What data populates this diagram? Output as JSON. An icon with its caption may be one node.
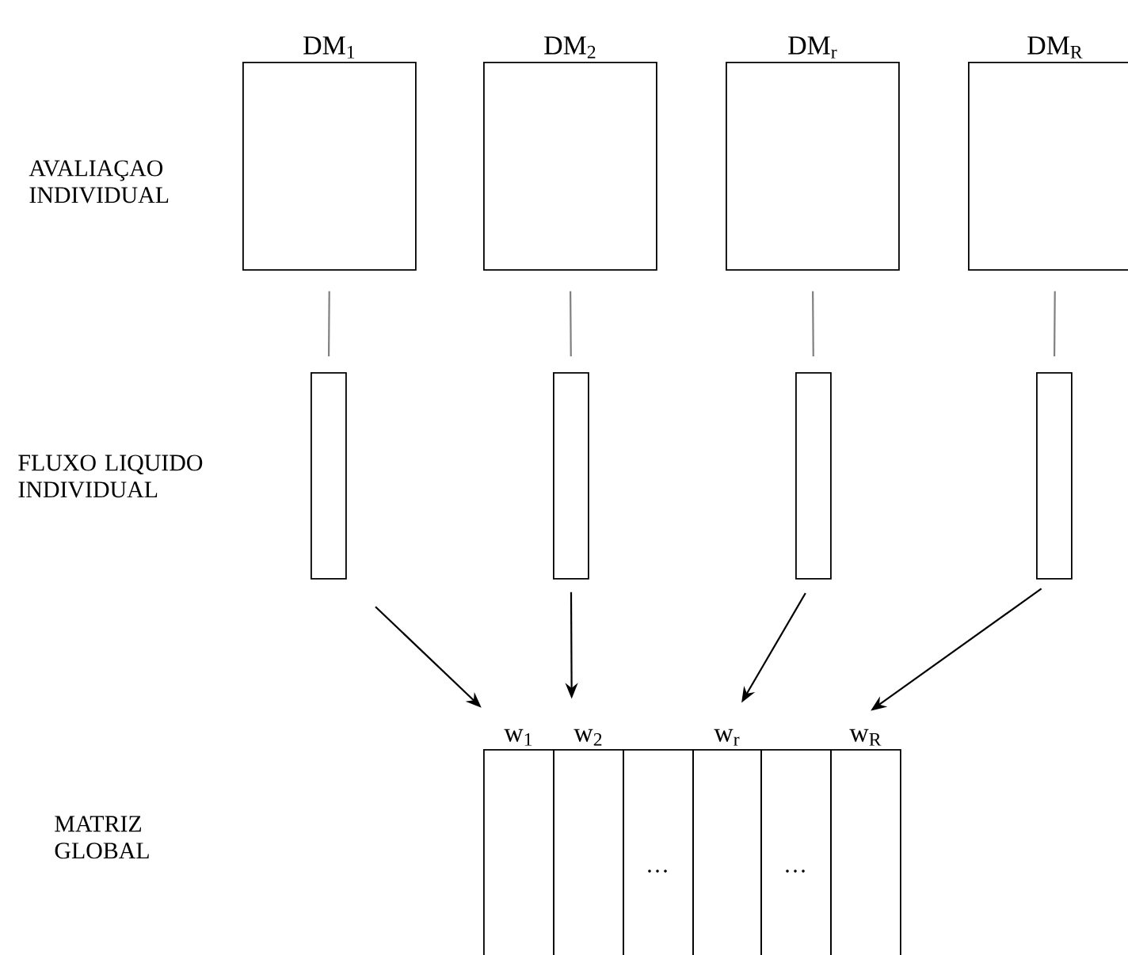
{
  "diagram": {
    "nodes": [
      {
        "text": [
          "DM$_{1}$"
        ]
      },
      {
        "text": [
          "DM$_{2}$"
        ]
      },
      {
        "text": [
          "DM$_{r}$"
        ]
      },
      {
        "text": [
          "DM$_{R}$"
        ]
      },
      {
        "text": [],
        "shape": "bar"
      },
      {
        "text": [],
        "shape": "bar"
      },
      {
        "text": [],
        "shape": "bar"
      },
      {
        "text": [],
        "shape": "bar"
      },
      {
        "text": [
          "w$_{1}$"
        ]
      },
      {
        "text": [
          "w$_{2}$"
        ]
      },
      {
        "text": [
          "…"
        ]
      },
      {
        "text": [
          "w$_{r}$"
        ]
      },
      {
        "text": [
          "…"
        ]
      },
      {
        "text": [
          "w$_{R}$"
        ]
      }
    ],
    "edges": [
      {
        "from": 0,
        "to": 4,
        "arrow": "none",
        "color": "#808080"
      },
      {
        "from": 1,
        "to": 5,
        "arrow": "none",
        "color": "#808080"
      },
      {
        "from": 2,
        "to": 6,
        "arrow": "none",
        "color": "#808080"
      },
      {
        "from": 3,
        "to": 7,
        "arrow": "none",
        "color": "#808080"
      },
      {
        "from": 4,
        "to": 8,
        "arrow": "to",
        "color": "#000000"
      },
      {
        "from": 5,
        "to": 9,
        "arrow": "to",
        "color": "#000000"
      },
      {
        "from": 6,
        "to": 11,
        "arrow": "to",
        "color": "#000000"
      },
      {
        "from": 7,
        "to": 13,
        "arrow": "to",
        "color": "#000000"
      }
    ],
    "labels": [
      "AVALIAÇAO INDIVIDUAL",
      "FLUXO LIQUIDO INDIVIDUAL",
      "MATRIZ GLOBAL"
    ]
  }
}
